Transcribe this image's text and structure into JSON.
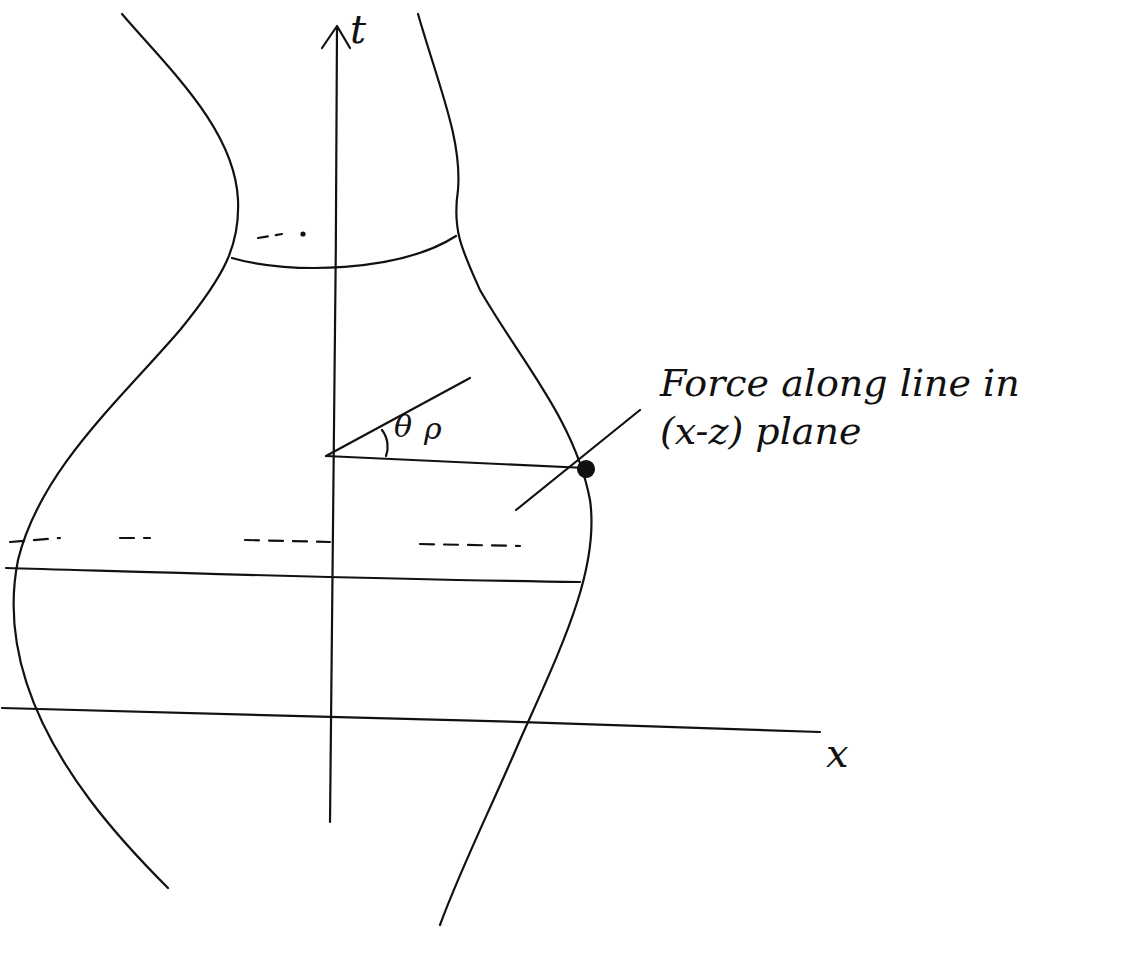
{
  "diagram": {
    "labels": [
      "t",
      "θ",
      "ρ",
      "Force along line in (x-z) plane",
      "x"
    ]
  }
}
